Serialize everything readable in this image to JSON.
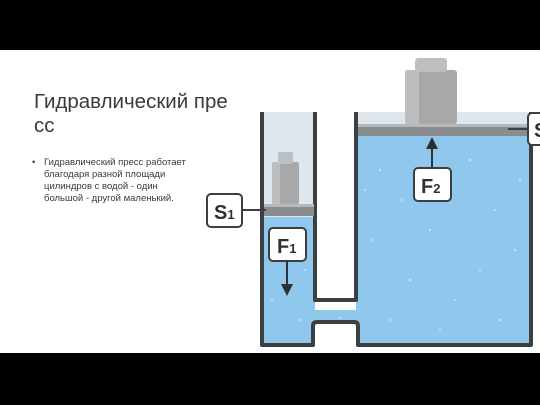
{
  "slide": {
    "title": "Гидравлический пресс",
    "bullets": [
      "Гидравлический пресс работает благодаря разной площади цилиндров с водой - один большой - другой маленький."
    ]
  },
  "illustration": {
    "labels": {
      "s1": "S",
      "s1_sub": "1",
      "s2": "S",
      "f1": "F",
      "f1_sub": "1",
      "f2": "F",
      "f2_sub": "2"
    },
    "colors": {
      "water": "#8fc8ec",
      "glass": "#dde6ee",
      "wall": "#3c3f42",
      "piston": "#8a8d90",
      "weight": "#a6a8aa"
    }
  }
}
